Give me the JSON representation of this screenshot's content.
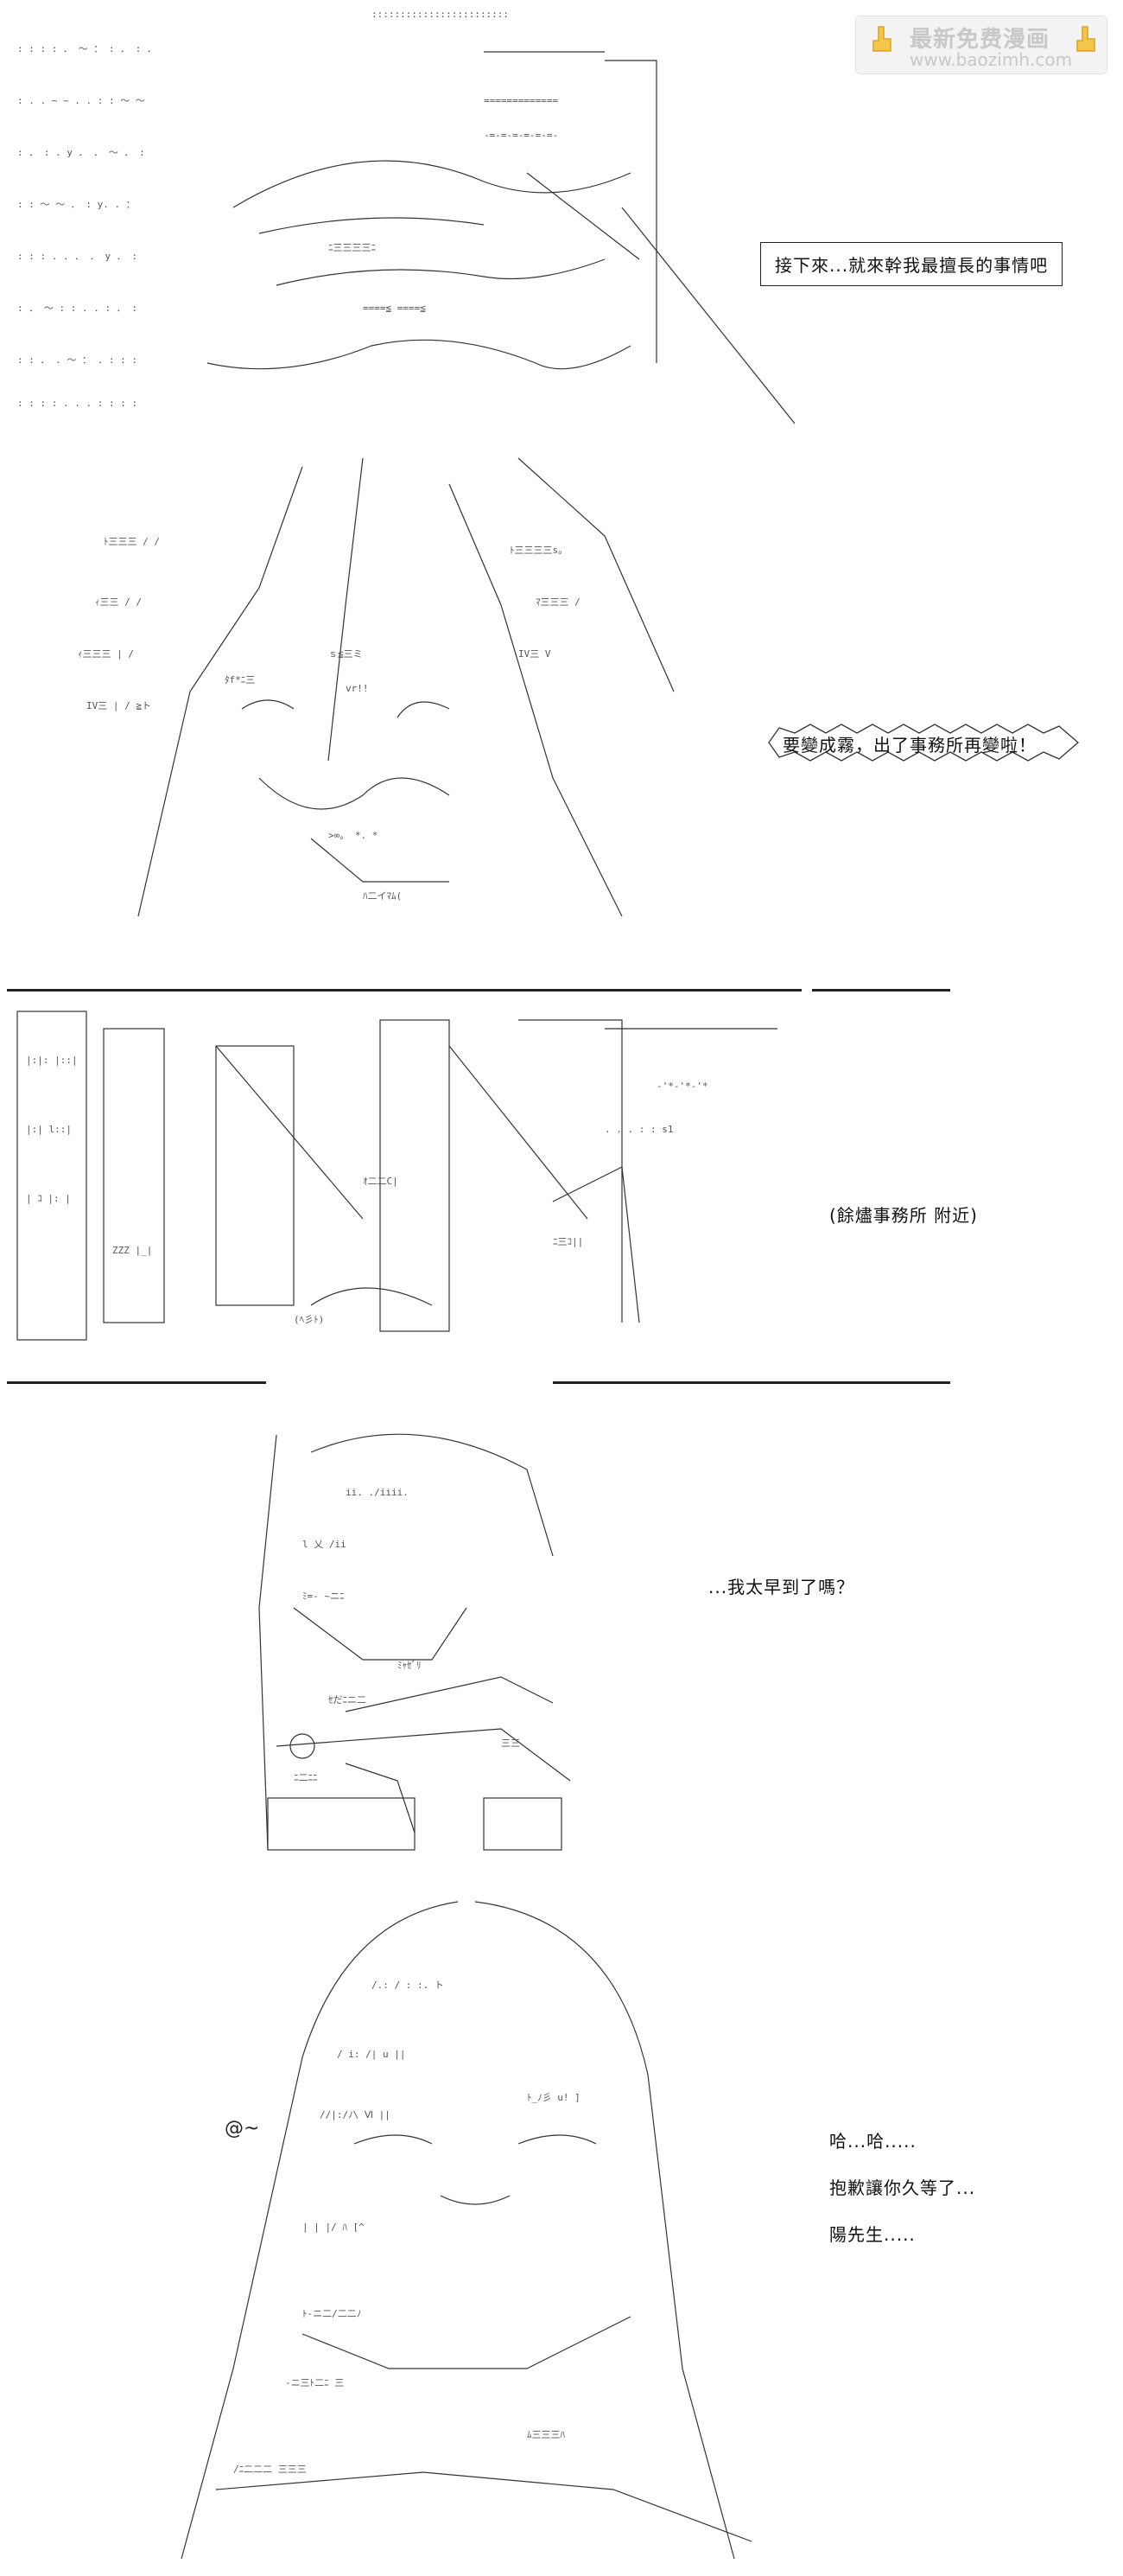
{
  "watermark": {
    "title": "最新免费漫画",
    "url": "www.baozimh.com",
    "icon_left": "pointing-hand-icon",
    "icon_right": "pointing-hand-icon"
  },
  "panels": [
    {
      "id": "panel-1",
      "art": "ascii-art-eyes-closeup",
      "text": "接下來...就來幹我最擅長的事情吧",
      "style": "boxed"
    },
    {
      "id": "panel-2",
      "art": "ascii-art-girl-portrait",
      "text": "要變成霧，出了事務所再變啦！",
      "style": "spiky"
    },
    {
      "id": "panel-3",
      "art": "ascii-art-town-scene",
      "text": "(餘燼事務所 附近)",
      "style": "plain"
    },
    {
      "id": "panel-4",
      "art": "ascii-art-character-waiting",
      "text": "...我太早到了嗎？",
      "style": "plain"
    },
    {
      "id": "panel-5",
      "art": "ascii-art-girl-panting",
      "sfx": "@~",
      "lines": [
        "哈...哈.....",
        "抱歉讓你久等了...",
        "陽先生....."
      ],
      "style": "plain"
    }
  ]
}
